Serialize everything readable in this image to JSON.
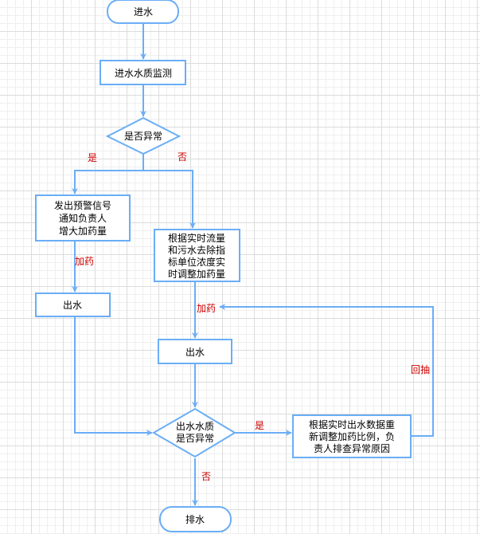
{
  "nodes": {
    "start": "进水",
    "monitor": "进水水质监测",
    "abnormal_check": "是否异常",
    "alarm": [
      "发出预警信号",
      "通知负责人",
      "增大加药量"
    ],
    "adjust": [
      "根据实时流量",
      "和污水去除指",
      "标单位浓度实",
      "时调整加药量"
    ],
    "outflow_left": "出水",
    "outflow_right": "出水",
    "quality_check": [
      "出水水质",
      "是否异常"
    ],
    "readjust": [
      "根据实时出水数据重",
      "新调整加药比例，负",
      "责人排查异常原因"
    ],
    "end": "排水"
  },
  "labels": {
    "yes_1": "是",
    "no_1": "否",
    "dose_1": "加药",
    "dose_2": "加药",
    "yes_2": "是",
    "no_2": "否",
    "pump_back": "回抽"
  },
  "colors": {
    "line": "#6aaef6",
    "label": "#cc0000",
    "grid_major": "#dcdcdc",
    "grid_minor": "#efefef"
  }
}
